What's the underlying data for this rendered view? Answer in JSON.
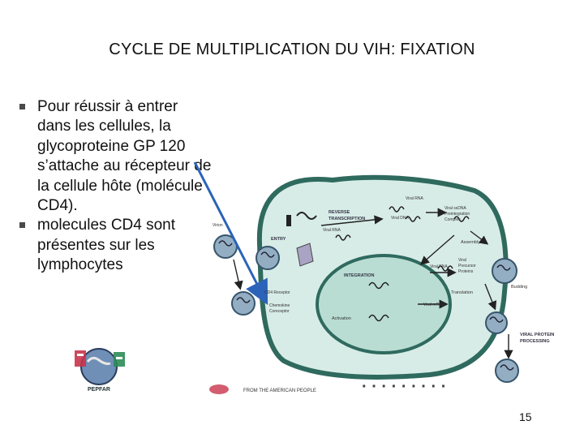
{
  "slide": {
    "title": "CYCLE DE MULTIPLICATION DU VIH: FIXATION",
    "bullets": [
      "Pour réussir à entrer dans  les cellules, la glycoproteine GP 120 s’attache au récepteur de la cellule hôte (molécule CD4).",
      "molecules CD4 sont présentes sur les lymphocytes"
    ],
    "page_number": "15"
  },
  "diagram": {
    "labels": {
      "virion": "Virion",
      "entry": "ENTRY",
      "reverse_transcription_1": "REVERSE",
      "reverse_transcription_2": "TRANSCRIPTION",
      "viral_rna_top": "Viral RNA",
      "viral_dna": "Viral DNA",
      "viral_rna_entry": "Viral RNA",
      "pic_1": "Viral ssDNA",
      "pic_2": "Preintegration",
      "pic_3": "Complex",
      "assembly": "Assembly",
      "viral_mrna_1": "Viral RNA",
      "viral_precursor_1": "Viral",
      "viral_precursor_2": "Precursor",
      "viral_precursor_3": "Proteins",
      "integration": "INTEGRATION",
      "viral_rna_mid": "Viral RNA",
      "translation": "Translation",
      "budding": "Budding",
      "cd4_receptor": "CD4 Receptor",
      "chemokine_1": "Chemokine",
      "chemokine_2": "Coreceptor",
      "activation": "Activation",
      "viral_mrna": "Viral mRNA",
      "processing_1": "VIRAL PROTEIN",
      "processing_2": "PROCESSING"
    },
    "footer_text": "FROM THE AMERICAN PEOPLE",
    "pepfar_text": "PEPFAR"
  },
  "colors": {
    "cell_fill": "#d8ece7",
    "cell_border": "#2f6a5e",
    "nucleus_fill": "#b9ddd3",
    "virion_fill": "#93aec3",
    "arrow_blue": "#2b63b8",
    "dark_arrow": "#222222"
  }
}
